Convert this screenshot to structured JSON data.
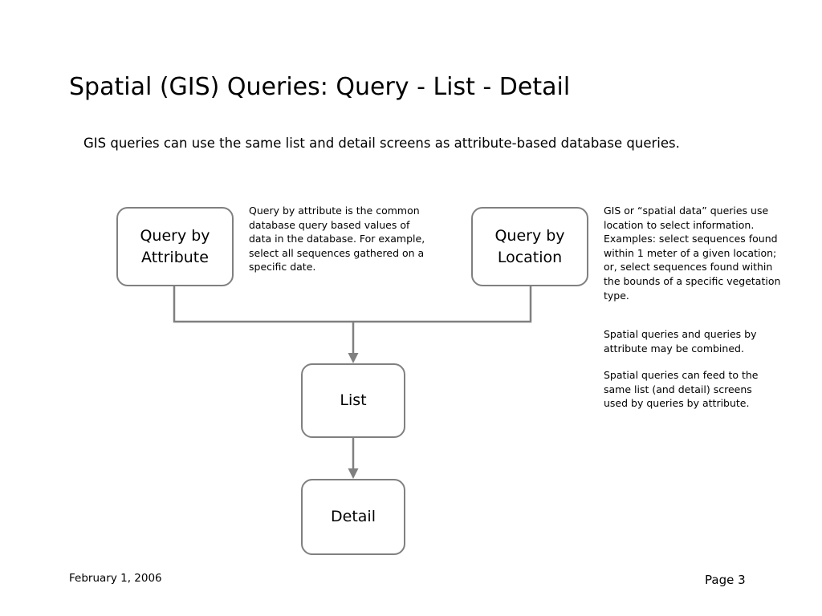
{
  "slide": {
    "title": "Spatial (GIS) Queries: Query - List - Detail",
    "intro": "GIS queries can use the same list and detail screens as attribute-based database queries."
  },
  "diagram": {
    "type": "flowchart",
    "nodes": [
      {
        "id": "query-attribute",
        "label": "Query by\nAttribute"
      },
      {
        "id": "query-location",
        "label": "Query by\nLocation"
      },
      {
        "id": "list",
        "label": "List"
      },
      {
        "id": "detail",
        "label": "Detail"
      }
    ],
    "edges": [
      {
        "from": "query-attribute",
        "to": "list",
        "style": "elbow-merge-arrow"
      },
      {
        "from": "query-location",
        "to": "list",
        "style": "elbow-merge-arrow"
      },
      {
        "from": "list",
        "to": "detail",
        "style": "straight-arrow"
      }
    ]
  },
  "annotations": {
    "attribute": "Query by attribute is the common database query based values of data in the database.  For example, select all sequences gathered on a specific date.",
    "location": "GIS or “spatial data” queries use location to select information.  Examples: select sequences found within 1 meter of a given location; or, select sequences found within the bounds of a specific vegetation type.",
    "combined": "Spatial queries and queries by attribute may be combined.",
    "feed": "Spatial queries can feed to the same list (and detail) screens used by queries by attribute."
  },
  "footer": {
    "date": "February 1, 2006",
    "page": "Page 3"
  },
  "colors": {
    "node_border": "#808080",
    "connector": "#808080",
    "text": "#000000",
    "background": "#ffffff"
  }
}
